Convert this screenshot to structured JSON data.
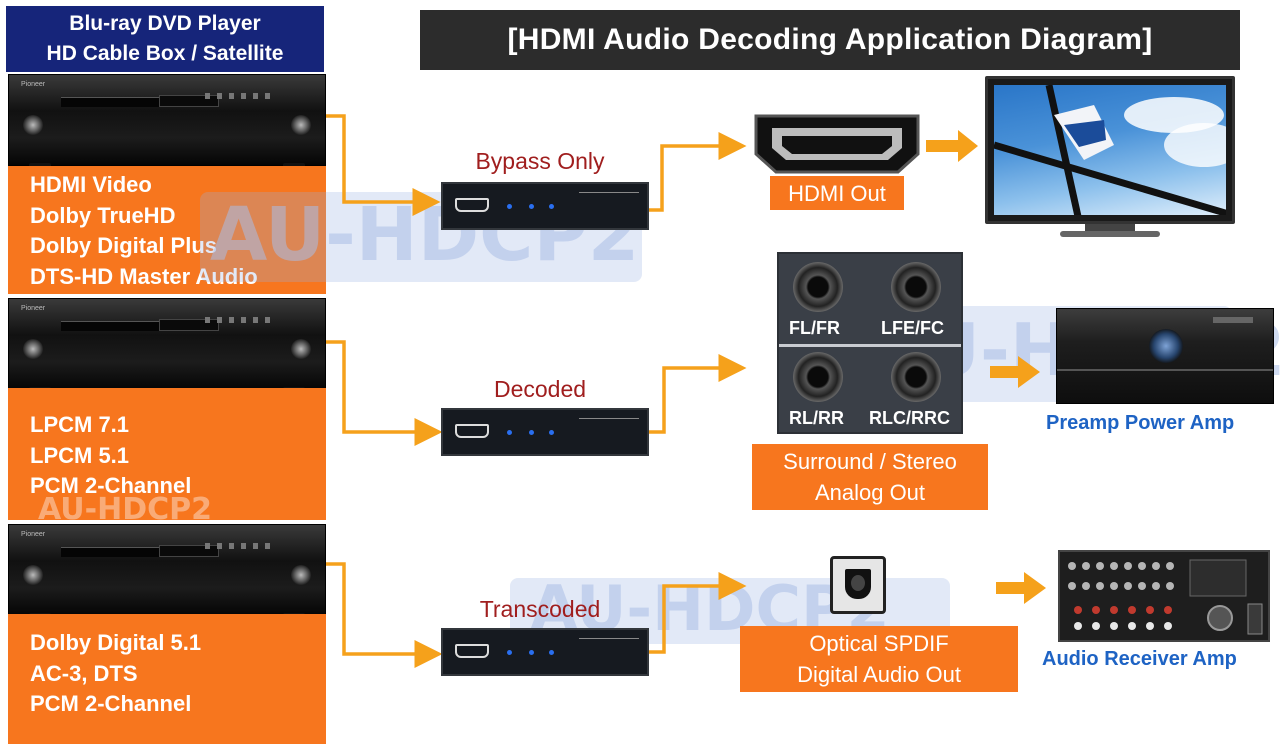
{
  "title": "[HDMI Audio Decoding Application Diagram]",
  "source": {
    "line1": "Blu-ray DVD Player",
    "line2": "HD Cable Box / Satellite"
  },
  "player_brand": "Pioneer",
  "watermark": "AU-HDCP2",
  "rows": [
    {
      "mode": "Bypass Only",
      "formats": [
        "HDMI Video",
        "Dolby TrueHD",
        "Dolby Digital Plus",
        "DTS-HD Master Audio"
      ],
      "output_lines": [
        "HDMI Out"
      ]
    },
    {
      "mode": "Decoded",
      "formats": [
        "LPCM 7.1",
        "LPCM 5.1",
        "PCM 2-Channel"
      ],
      "output_lines": [
        "Surround / Stereo",
        "Analog Out"
      ]
    },
    {
      "mode": "Transcoded",
      "formats": [
        "Dolby Digital 5.1",
        "AC-3, DTS",
        "PCM 2-Channel"
      ],
      "output_lines": [
        "Optical SPDIF",
        "Digital Audio Out"
      ]
    }
  ],
  "jacks": {
    "top_left": "FL/FR",
    "top_right": "LFE/FC",
    "bottom_left": "RL/RR",
    "bottom_right": "RLC/RRC"
  },
  "devices": {
    "preamp": "Preamp Power Amp",
    "receiver": "Audio Receiver Amp"
  },
  "colors": {
    "orange": "#f7761e",
    "navy": "#16257a",
    "title_bg": "#2c2c2c",
    "mode_text": "#a01e1e",
    "device_caption": "#1e63c4",
    "arrow": "#f5a11b"
  }
}
